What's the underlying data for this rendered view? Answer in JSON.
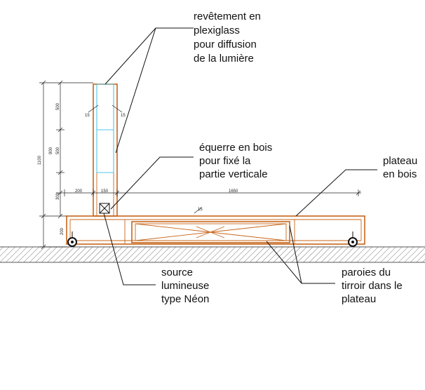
{
  "labels": {
    "plexi": [
      "revêtement en",
      "plexiglass",
      "pour diffusion",
      "de la lumière"
    ],
    "bracket": [
      "équerre en bois",
      "pour fixé la",
      "partie verticale"
    ],
    "plateau": [
      "plateau",
      "en bois"
    ],
    "source": [
      "source",
      "lumineuse",
      "type Néon"
    ],
    "drawer": [
      "paroies du",
      "tirroir dans le",
      "plateau"
    ]
  },
  "dimensions": {
    "total_height": "1100",
    "mid_height": "900",
    "seg_top": "500",
    "seg_mid": "500",
    "seg_low": "300",
    "seg_base": "200",
    "left_offset": "200",
    "column_width": "150",
    "plateau_length": "1650",
    "wall_left": "15",
    "wall_right": "15",
    "plateau_wall": "15"
  },
  "colors": {
    "wood": "#c7651a",
    "plexiglass": "#4cc8e6",
    "ink": "#111111",
    "ground_hatch": "#555555"
  }
}
